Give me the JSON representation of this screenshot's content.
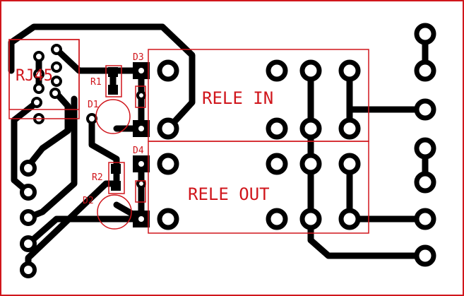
{
  "colors": {
    "background": "#ffffff",
    "copper": "#000000",
    "silkscreen": "#d0161c",
    "border": "#d0161c"
  },
  "labels": {
    "connector": "RJ45",
    "relay_in": "RELE IN",
    "relay_out": "RELE OUT",
    "d1": "D1",
    "d2": "D2",
    "d3": "D3",
    "d4": "D4",
    "r1": "R1",
    "r2": "R2"
  }
}
